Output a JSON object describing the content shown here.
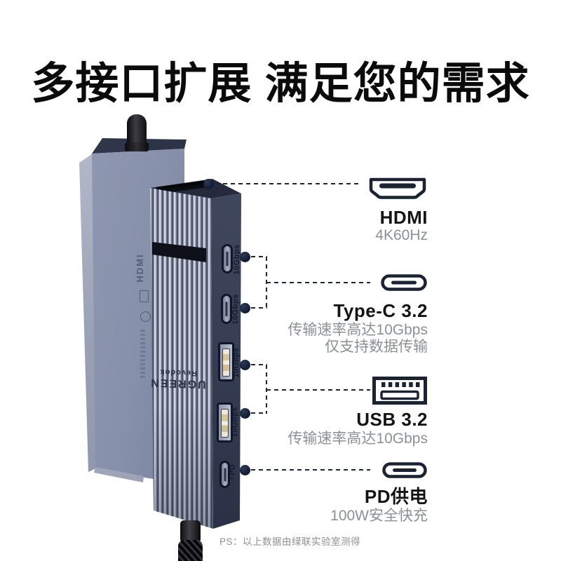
{
  "title": "多接口扩展 满足您的需求",
  "features": [
    {
      "icon": "hdmi-icon",
      "name": "HDMI",
      "desc1": "4K60Hz"
    },
    {
      "icon": "usb-c-icon",
      "name": "Type-C 3.2",
      "desc1": "传输速率高达10Gbps",
      "desc2": "仅支持数据传输"
    },
    {
      "icon": "usb-a-icon",
      "name": "USB 3.2",
      "desc1": "传输速率高达10Gbps"
    },
    {
      "icon": "usb-c-icon",
      "name": "PD供电",
      "desc1": "100W安全快充"
    }
  ],
  "device": {
    "brand_line1": "UGREEN",
    "brand_line2": "Revodok",
    "back_label": "HDMI",
    "port_labels": {
      "typec1": "10Gbps",
      "typec2": "10Gbps",
      "usb1": "10Gbps",
      "usb2": "10Gbps",
      "pd": "⚡PD"
    }
  },
  "footnote": "PS：以上数据由绿联实验室测得",
  "colors": {
    "accent_navy": "#1b2333",
    "text_black": "#141414",
    "text_gray": "#8c8f96",
    "device_slate": "#3c4359",
    "device_silver": "#c7cddd"
  }
}
